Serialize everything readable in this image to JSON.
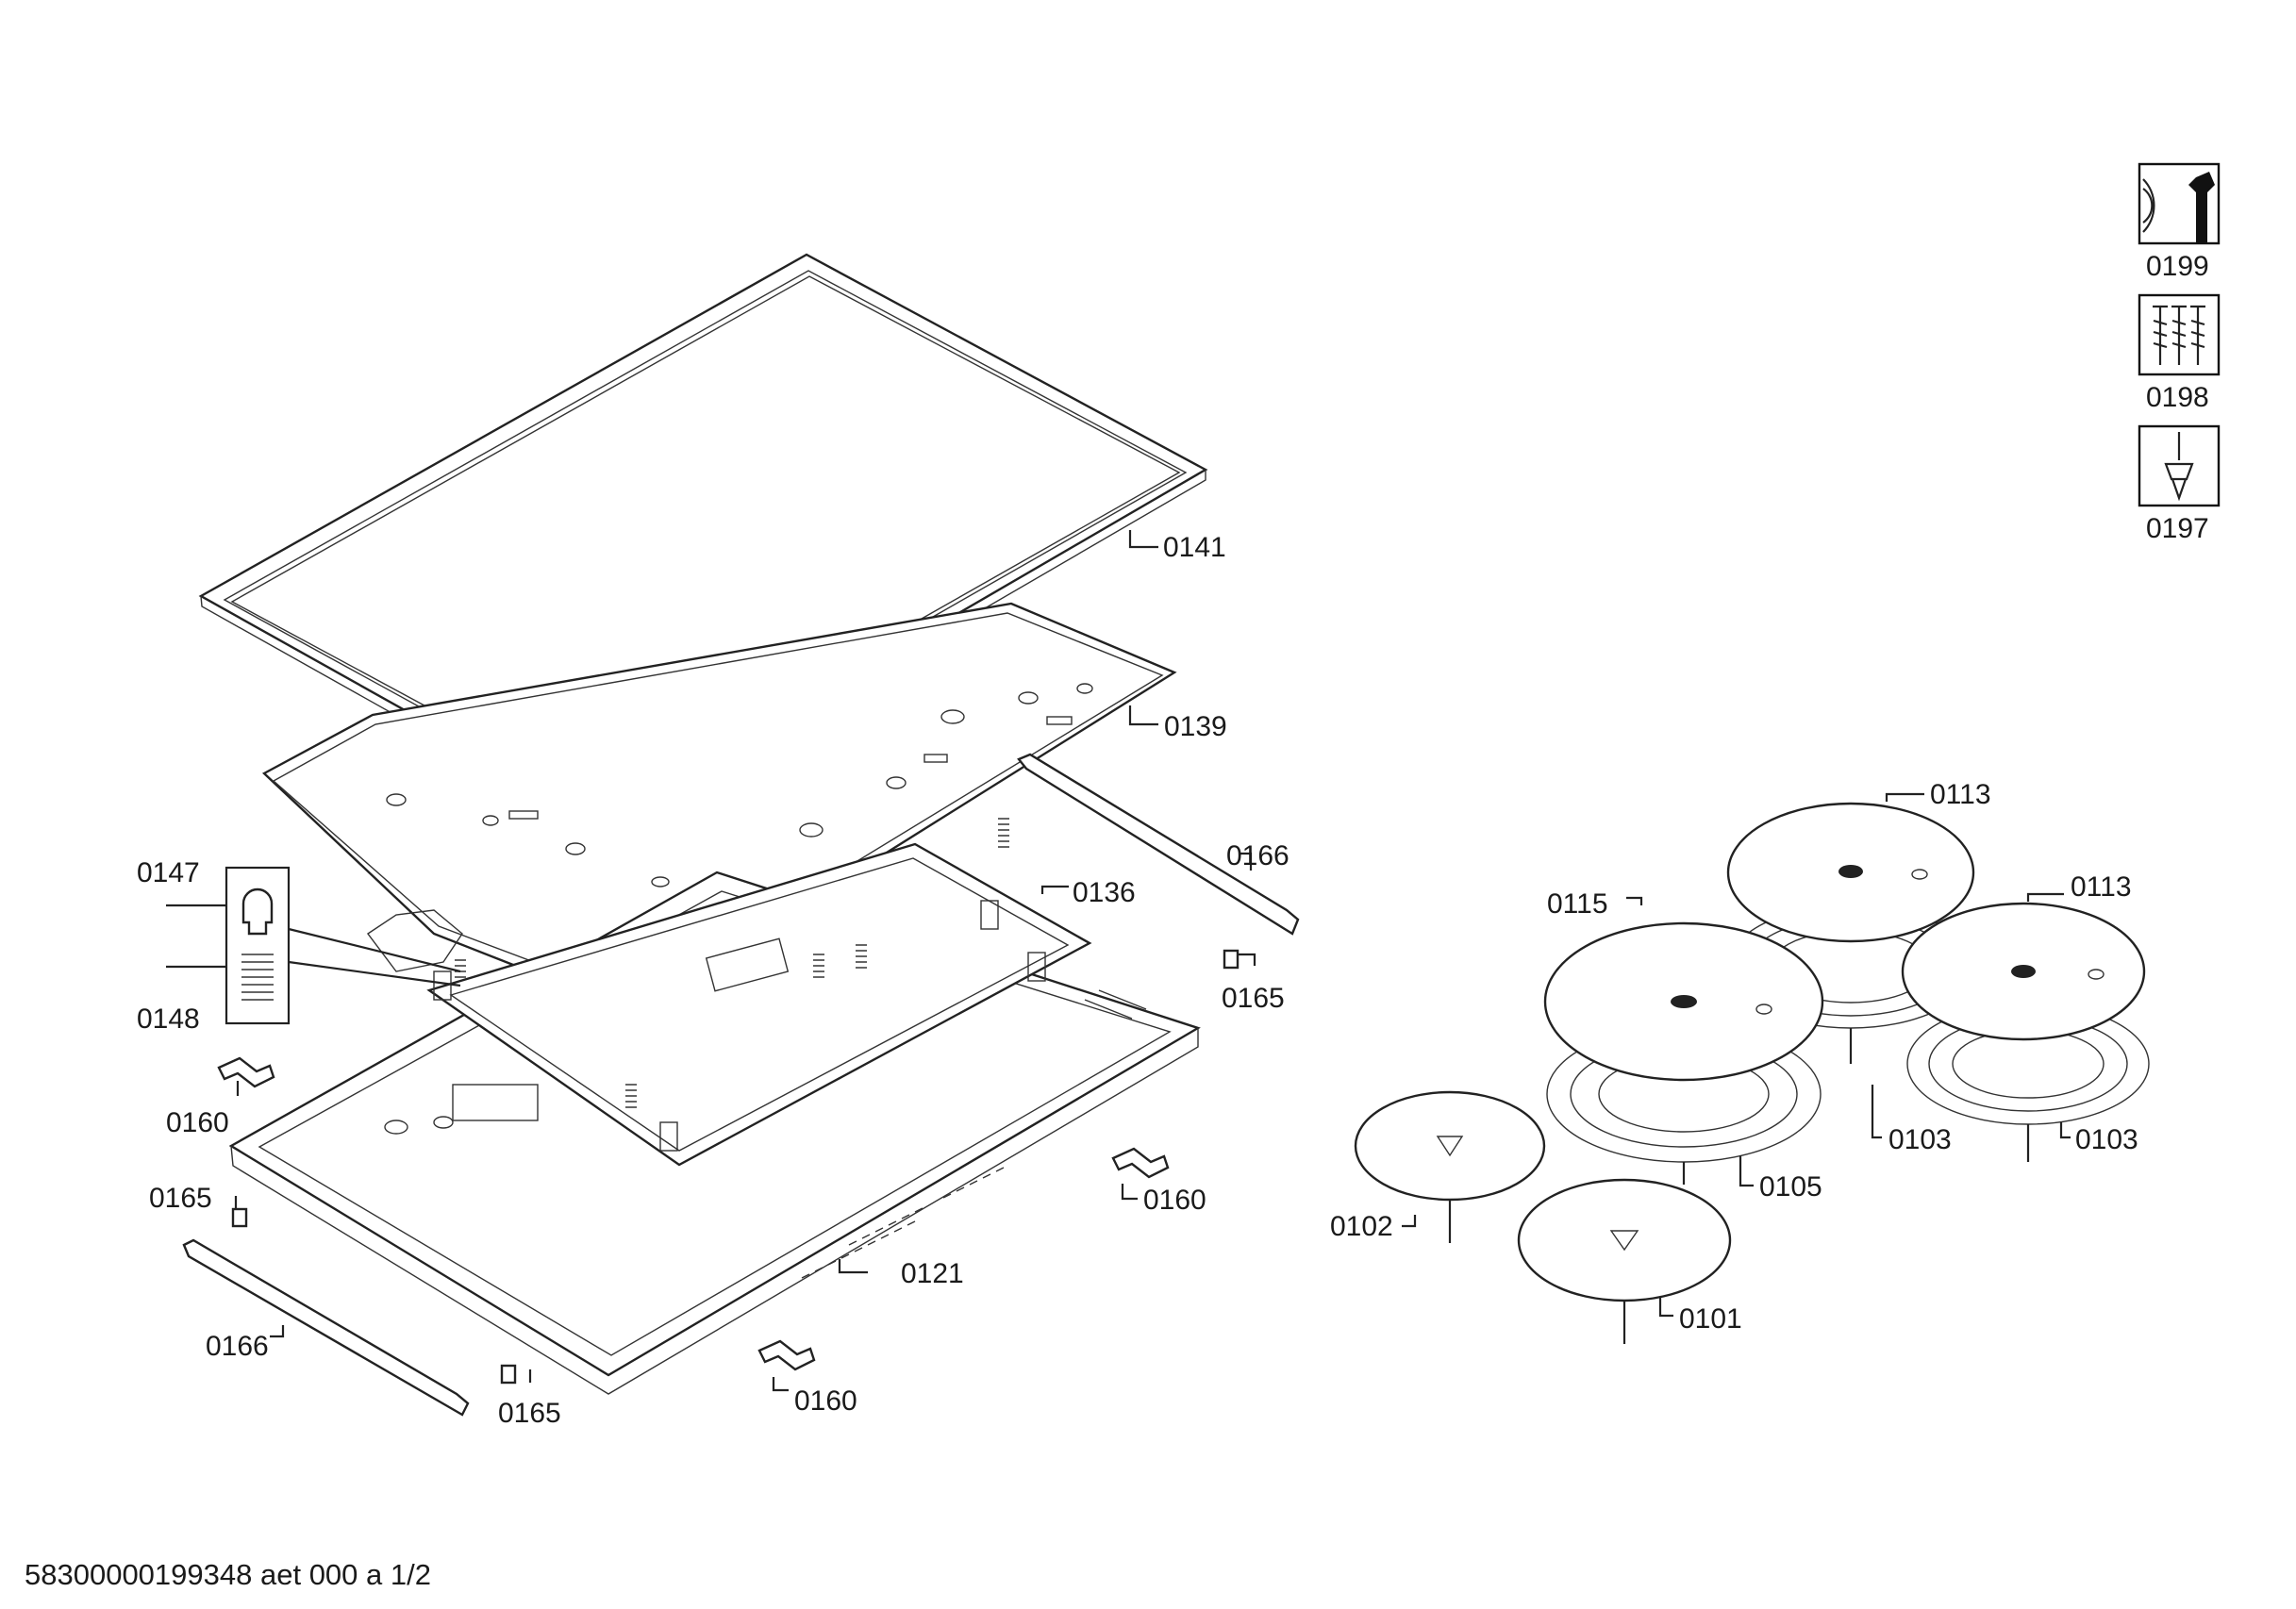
{
  "diagram": {
    "callouts": {
      "c0141": "0141",
      "c0139": "0139",
      "c0166_right": "0166",
      "c0136": "0136",
      "c0165_right": "0165",
      "c0147": "0147",
      "c0148": "0148",
      "c0160_left": "0160",
      "c0165_left": "0165",
      "c0160_right": "0160",
      "c0121": "0121",
      "c0166_left": "0166",
      "c0165_bottom": "0165",
      "c0160_bottom": "0160",
      "c0113_a": "0113",
      "c0113_b": "0113",
      "c0115": "0115",
      "c0103_a": "0103",
      "c0103_b": "0103",
      "c0105": "0105",
      "c0102": "0102",
      "c0101": "0101"
    },
    "tools": {
      "t0199": "0199",
      "t0198": "0198",
      "t0197": "0197"
    },
    "footer": "58300000199348 aet 000 a 1/2"
  }
}
